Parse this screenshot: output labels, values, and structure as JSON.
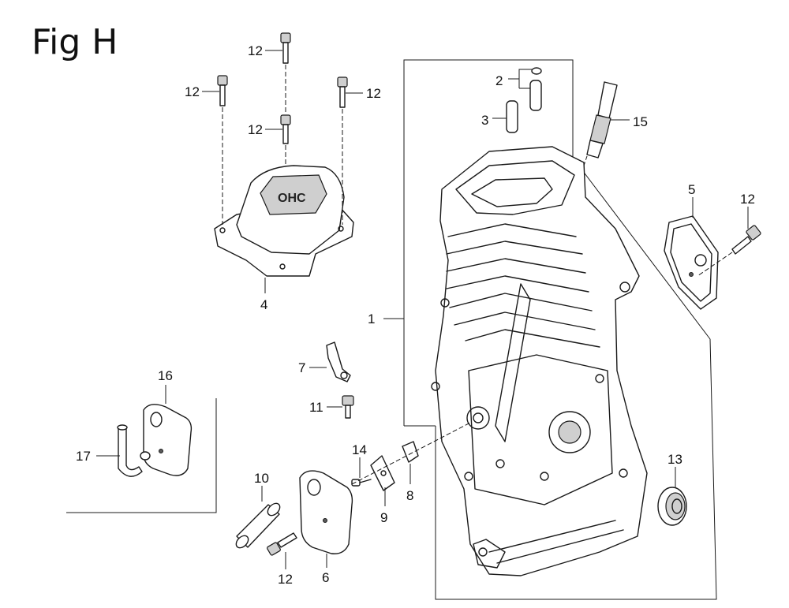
{
  "figure": {
    "title": "Fig H"
  },
  "callouts": {
    "p1": "1",
    "p2": "2",
    "p3": "3",
    "p4": "4",
    "p5": "5",
    "p6": "6",
    "p7": "7",
    "p8": "8",
    "p9": "9",
    "p10": "10",
    "p11": "11",
    "p12_a": "12",
    "p12_b": "12",
    "p12_c": "12",
    "p12_d": "12",
    "p12_e": "12",
    "p12_f": "12",
    "p13": "13",
    "p14": "14",
    "p15": "15",
    "p16": "16",
    "p17": "17"
  }
}
